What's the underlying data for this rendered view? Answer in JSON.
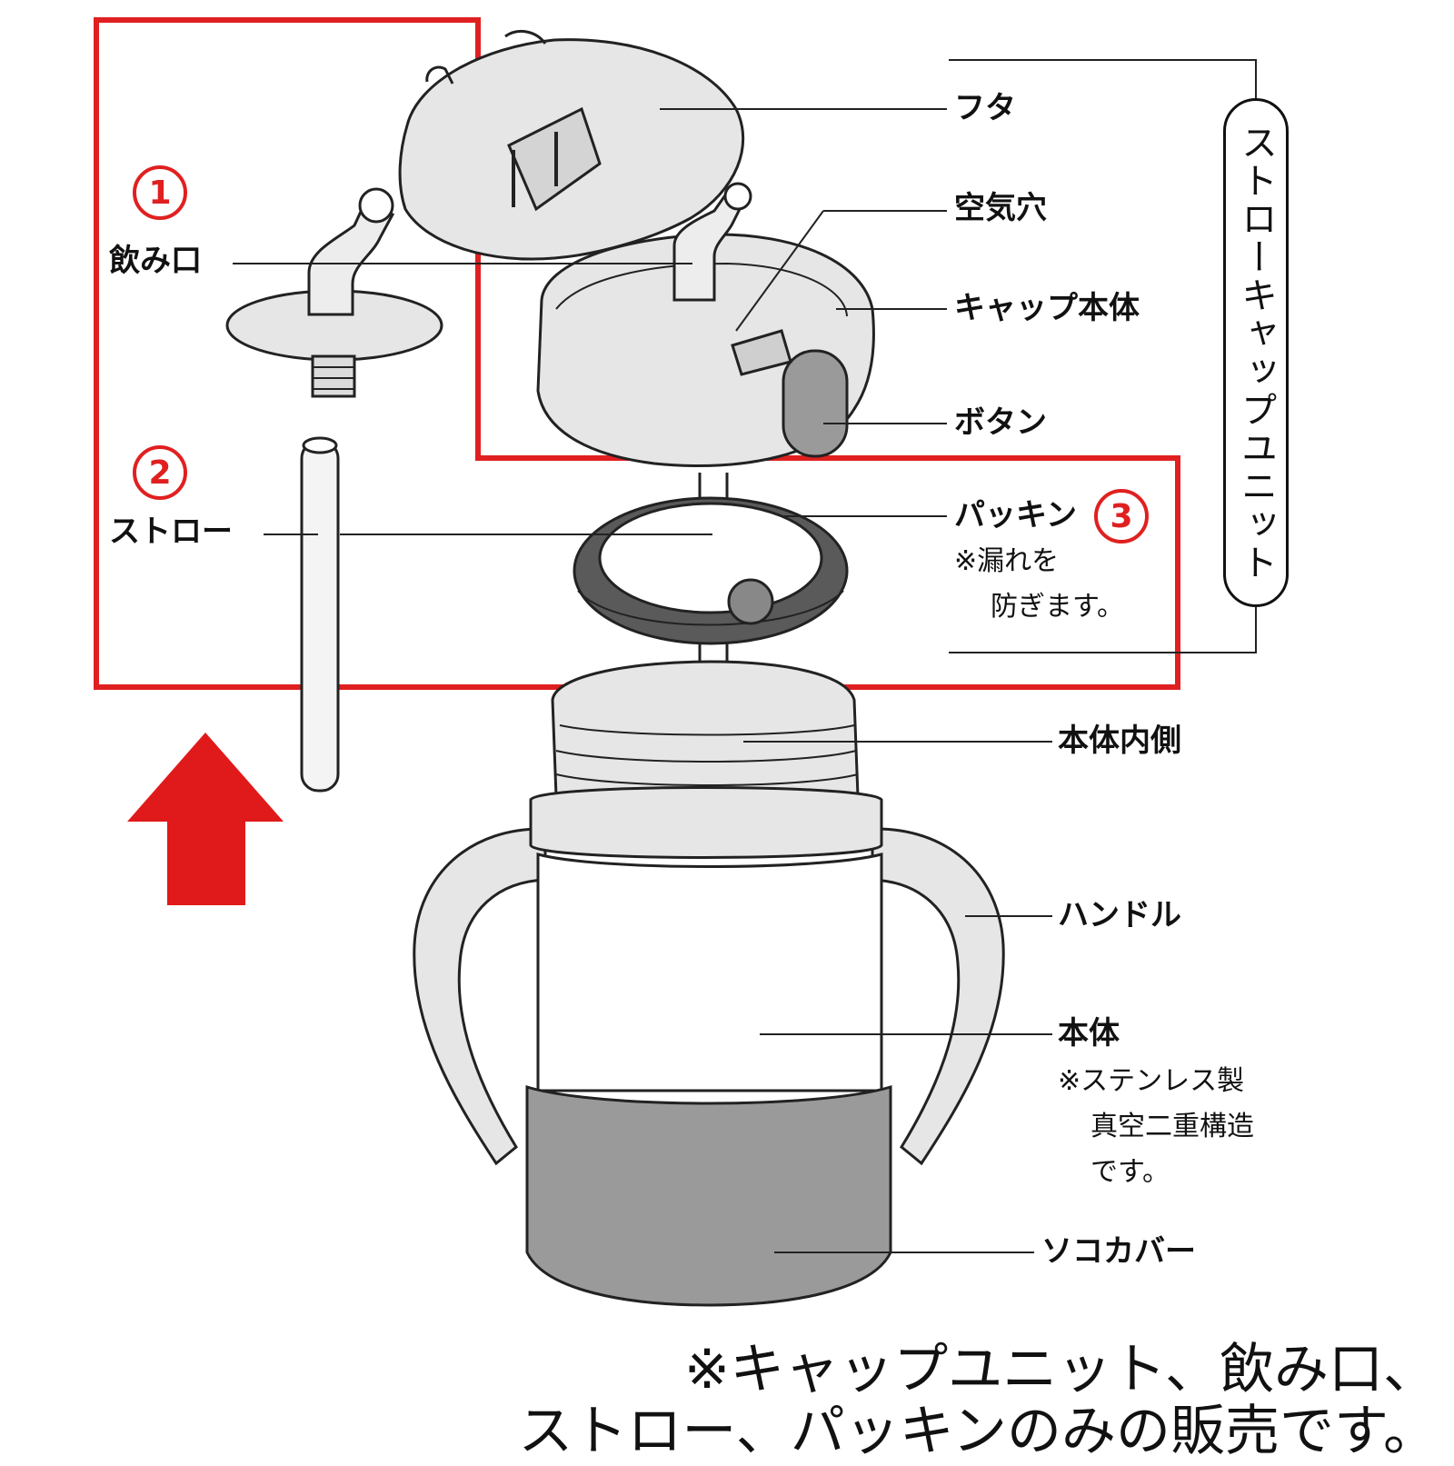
{
  "colors": {
    "highlight": "#e02020",
    "part_fill": "#e6e6e6",
    "part_dark": "#9a9a9a",
    "ink": "#111111"
  },
  "badges": {
    "one": "1",
    "two": "2",
    "three": "3"
  },
  "labels": {
    "drinking_spout": "飲み口",
    "straw": "ストロー",
    "lid": "フタ",
    "air_hole": "空気穴",
    "cap_body": "キャップ本体",
    "button": "ボタン",
    "packing": "パッキン",
    "packing_note_1": "※漏れを",
    "packing_note_2": "防ぎます。",
    "body_inner": "本体内側",
    "handle": "ハンドル",
    "body": "本体",
    "body_note_1": "※ステンレス製",
    "body_note_2": "真空二重構造",
    "body_note_3": "です。",
    "bottom_cover": "ソコカバー"
  },
  "unit_label": "ストローキャップユニット",
  "footer": {
    "line1": "※キャップユニット、飲み口、",
    "line2": "ストロー、パッキンのみの販売です。"
  }
}
